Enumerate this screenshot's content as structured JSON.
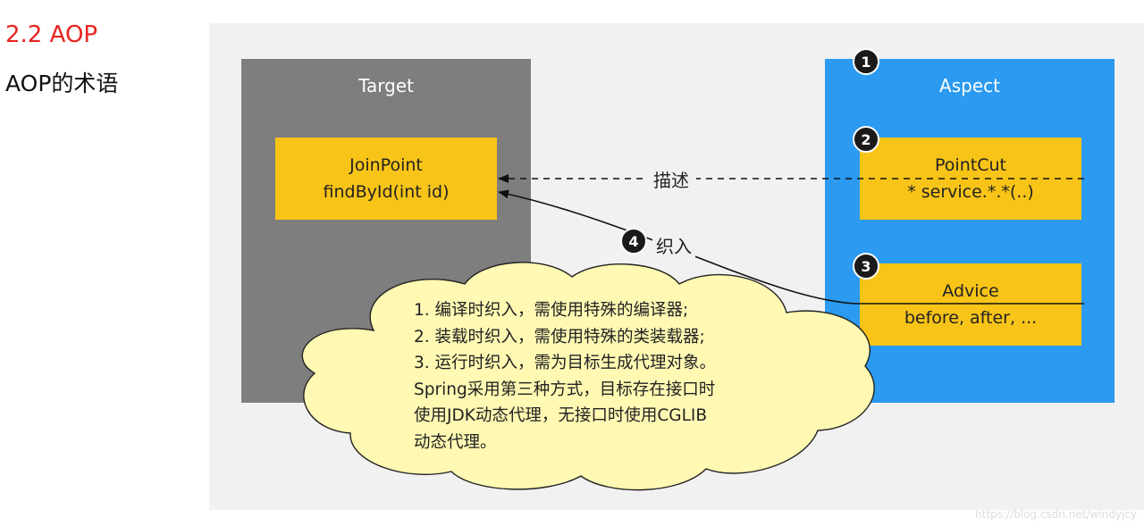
{
  "heading": {
    "section": "2.2 AOP",
    "subtitle": "AOP的术语"
  },
  "target": {
    "title": "Target",
    "joinpoint": {
      "line1": "JoinPoint",
      "line2": "findById(int id)"
    }
  },
  "aspect": {
    "title": "Aspect",
    "pointcut": {
      "line1": "PointCut",
      "line2": "* service.*.*(..)"
    },
    "advice": {
      "line1": "Advice",
      "line2": "before, after, ..."
    }
  },
  "badges": {
    "b1": "1",
    "b2": "2",
    "b3": "3",
    "b4": "4"
  },
  "arrows": {
    "describe": "描述",
    "weave": "织入"
  },
  "cloud": {
    "lines": [
      "1. 编译时织入，需使用特殊的编译器;",
      "2. 装载时织入，需使用特殊的类装载器;",
      "3. 运行时织入，需为目标生成代理对象。",
      "Spring采用第三种方式，目标存在接口时",
      "使用JDK动态代理，无接口时使用CGLIB",
      "动态代理。"
    ]
  },
  "watermark": "https://blog.csdn.net/windyjcy",
  "colors": {
    "target": "#7e7e7e",
    "aspect": "#2b9af0",
    "yellow": "#f8c417",
    "cloud": "#fff9b3",
    "heading": "#e8231f"
  }
}
